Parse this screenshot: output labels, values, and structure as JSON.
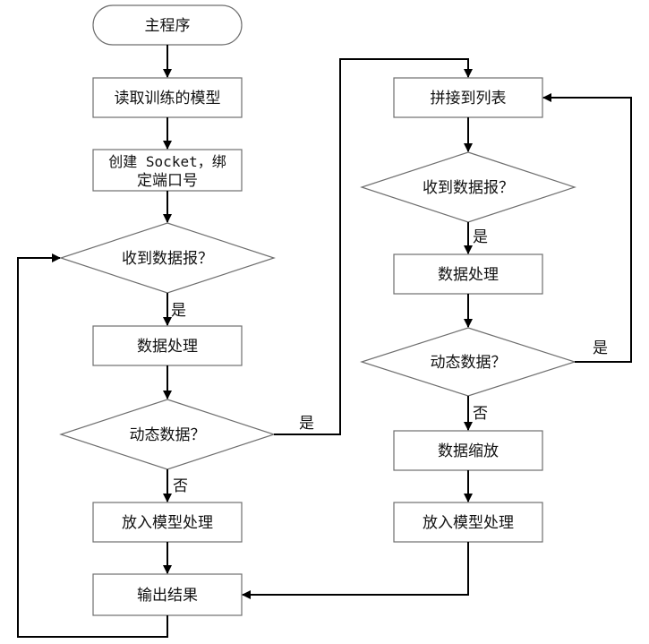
{
  "nodes": {
    "main": "主程序",
    "read_model": "读取训练的模型",
    "socket_line1": "创建 Socket，绑",
    "socket_line2": "定端口号",
    "recv1": "收到数据报？",
    "proc1": "数据处理",
    "dynamic1": "动态数据？",
    "model1": "放入模型处理",
    "output": "输出结果",
    "concat": "拼接到列表",
    "recv2": "收到数据报？",
    "proc2": "数据处理",
    "dynamic2": "动态数据？",
    "scale": "数据缩放",
    "model2": "放入模型处理"
  },
  "edges": {
    "yes_recv1": "是",
    "yes_dynamic1": "是",
    "no_dynamic1": "否",
    "yes_recv2": "是",
    "yes_dynamic2": "是",
    "no_dynamic2": "否"
  }
}
